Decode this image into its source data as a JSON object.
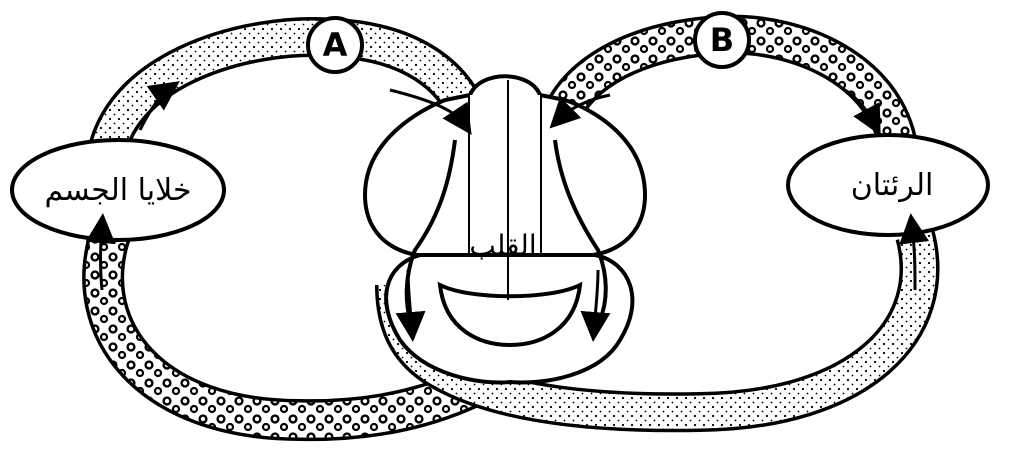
{
  "labels": {
    "vessel_a": "A",
    "vessel_b": "B",
    "body_cells": "خلايا الجسم",
    "heart": "القلب",
    "lungs": "الرئتان"
  }
}
